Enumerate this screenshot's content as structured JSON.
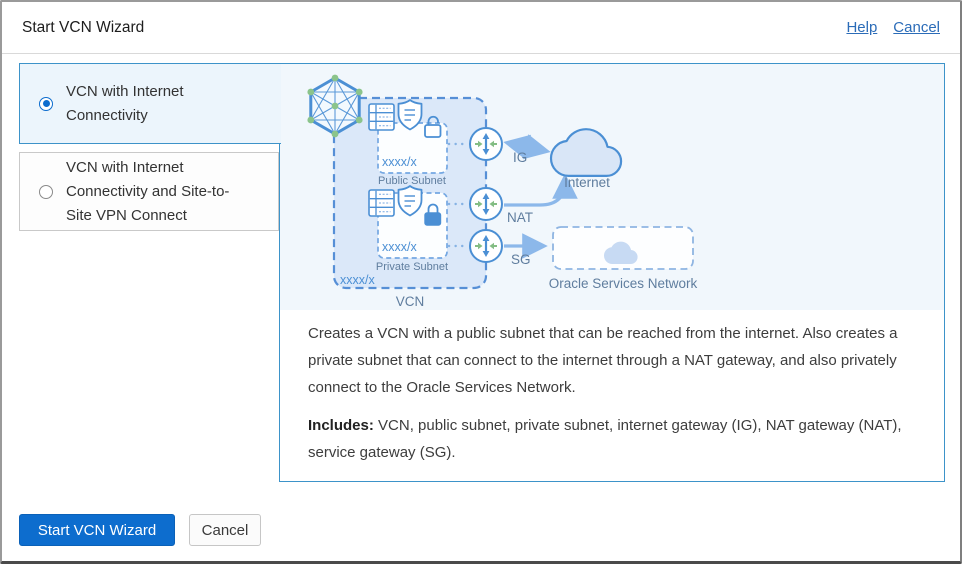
{
  "header": {
    "title": "Start VCN Wizard",
    "help_label": "Help",
    "cancel_label": "Cancel"
  },
  "options": [
    {
      "label": "VCN with Internet Connectivity",
      "selected": true
    },
    {
      "label": "VCN with Internet Connectivity and Site-to-Site VPN Connect",
      "selected": false
    }
  ],
  "diagram": {
    "vcn_label": "VCN",
    "vcn_cidr": "xxxx/x",
    "public_subnet": {
      "label": "Public Subnet",
      "cidr": "xxxx/x"
    },
    "private_subnet": {
      "label": "Private Subnet",
      "cidr": "xxxx/x"
    },
    "gateways": [
      {
        "label": "IG"
      },
      {
        "label": "NAT"
      },
      {
        "label": "SG"
      }
    ],
    "internet_label": "Internet",
    "osn_label": "Oracle Services Network"
  },
  "description": {
    "paragraph": "Creates a VCN with a public subnet that can be reached from the internet. Also creates a private subnet that can connect to the internet through a NAT gateway, and also privately connect to the Oracle Services Network.",
    "includes_label": "Includes:",
    "includes_text": " VCN, public subnet, private subnet, internet gateway (IG), NAT gateway (NAT), service gateway (SG)."
  },
  "footer": {
    "start_label": "Start VCN Wizard",
    "cancel_label": "Cancel"
  },
  "colors": {
    "accent_blue": "#0d6dce",
    "panel_border": "#3d93c9",
    "diagram_blue": "#4b8fd4",
    "diagram_green": "#84bd84",
    "arrow_light_blue": "#8cb8ea",
    "link_blue": "#2b6cb8"
  }
}
